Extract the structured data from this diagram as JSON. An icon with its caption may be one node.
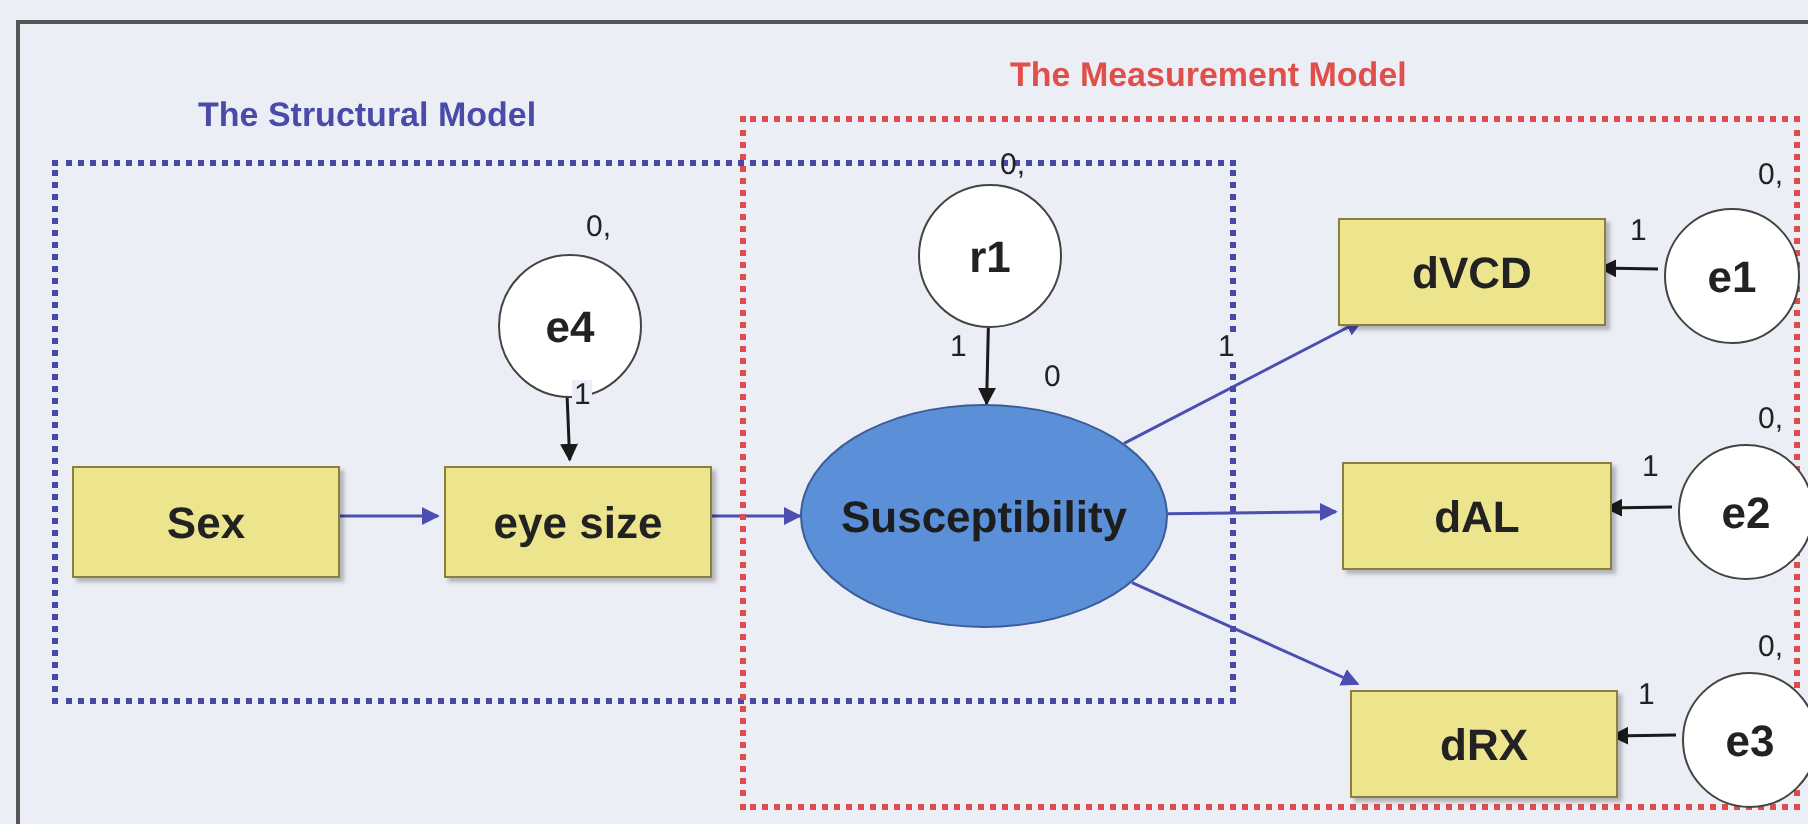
{
  "diagram": {
    "nodes": [
      {
        "text": [
          "The Structural Model"
        ]
      },
      {
        "text": [
          "The Measurement Model"
        ]
      },
      {
        "text": [
          "Sex"
        ],
        "in": 0
      },
      {
        "text": [
          "eye size"
        ],
        "in": 0
      },
      {
        "text": [
          "e4"
        ],
        "beside": [
          "0,"
        ],
        "in": 0
      },
      {
        "text": [
          "r1"
        ],
        "beside": [
          "0,"
        ]
      },
      {
        "text": [
          "Susceptibility"
        ],
        "beside": [
          "0"
        ]
      },
      {
        "text": [
          "dVCD"
        ],
        "in": 1
      },
      {
        "text": [
          "dAL"
        ],
        "in": 1
      },
      {
        "text": [
          "dRX"
        ],
        "in": 1
      },
      {
        "text": [
          "e1"
        ],
        "beside": [
          "0,"
        ],
        "in": 1
      },
      {
        "text": [
          "e2"
        ],
        "beside": [
          "0,"
        ],
        "in": 1
      },
      {
        "text": [
          "e3"
        ],
        "beside": [
          "0,"
        ],
        "in": 1
      }
    ],
    "edges": [
      {
        "from": 2,
        "to": 3,
        "arrow": "to"
      },
      {
        "from": 4,
        "to": 3,
        "arrow": "to",
        "label": "1",
        "color": "#1a1a1a"
      },
      {
        "from": 3,
        "to": 6,
        "arrow": "to"
      },
      {
        "from": 5,
        "to": 6,
        "arrow": "to",
        "label": "1",
        "color": "#1a1a1a"
      },
      {
        "from": 6,
        "to": 7,
        "arrow": "to",
        "label": "1"
      },
      {
        "from": 6,
        "to": 8,
        "arrow": "to"
      },
      {
        "from": 6,
        "to": 9,
        "arrow": "to"
      },
      {
        "from": 10,
        "to": 7,
        "arrow": "to",
        "label": "1",
        "color": "#1a1a1a"
      },
      {
        "from": 11,
        "to": 8,
        "arrow": "to",
        "label": "1",
        "color": "#1a1a1a"
      },
      {
        "from": 12,
        "to": 9,
        "arrow": "to",
        "label": "1",
        "color": "#1a1a1a"
      }
    ]
  }
}
